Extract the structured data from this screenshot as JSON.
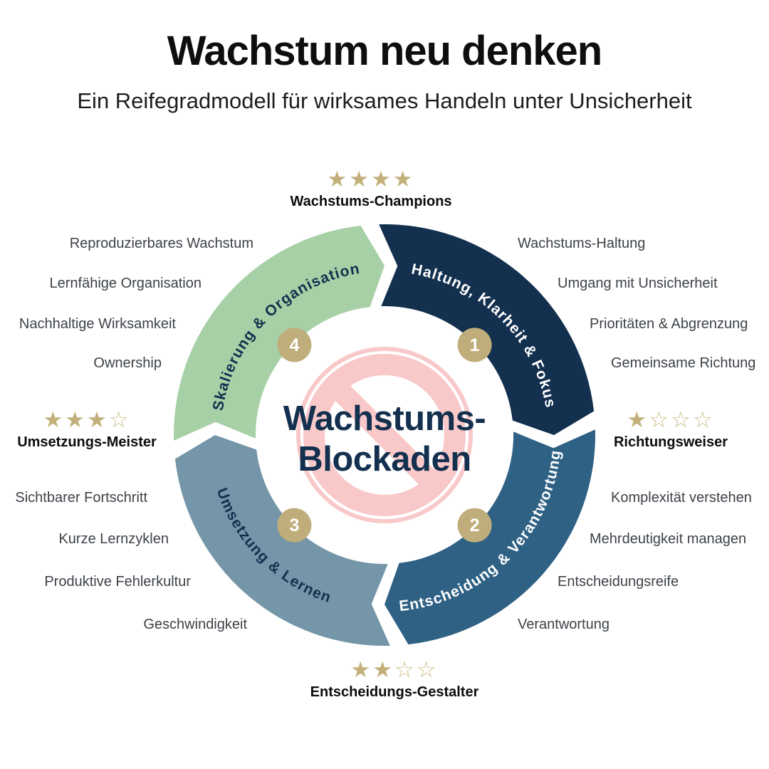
{
  "header": {
    "title": "Wachstum neu denken",
    "subtitle": "Ein Reifegradmodell für wirksames Handeln unter Unsicherheit"
  },
  "wheel": {
    "center_line1": "Wachstums-",
    "center_line2": "Blockaden",
    "badge_color": "#BFAE7B",
    "prohibition_color": "#F9C9C9",
    "segments": [
      {
        "number": "1",
        "label": "Haltung, Klarheit & Fokus",
        "color": "#14304F",
        "label_color": "#FFFFFF",
        "items": [
          "Wachstums-Haltung",
          "Umgang mit Unsicherheit",
          "Prioritäten & Abgrenzung",
          "Gemeinsame Richtung"
        ]
      },
      {
        "number": "2",
        "label": "Entscheidung & Verantwortung",
        "color": "#2F6185",
        "label_color": "#FFFFFF",
        "items": [
          "Komplexität verstehen",
          "Mehrdeutigkeit managen",
          "Entscheidungsreife",
          "Verantwortung"
        ]
      },
      {
        "number": "3",
        "label": "Umsetzung & Lernen",
        "color": "#7496A8",
        "label_color": "#14304F",
        "items": [
          "Sichtbarer Fortschritt",
          "Kurze Lernzyklen",
          "Produktive Fehlerkultur",
          "Geschwindigkeit"
        ]
      },
      {
        "number": "4",
        "label": "Skalierung & Organisation",
        "color": "#A7D0A6",
        "label_color": "#14304F",
        "items": [
          "Reproduzierbares Wachstum",
          "Lernfähige Organisation",
          "Nachhaltige Wirksamkeit",
          "Ownership"
        ]
      }
    ]
  },
  "tiers": [
    {
      "position": "top",
      "label": "Wachstums-Champions",
      "stars": 4,
      "max_stars": 4
    },
    {
      "position": "right",
      "label": "Richtungsweiser",
      "stars": 1,
      "max_stars": 4
    },
    {
      "position": "bottom",
      "label": "Entscheidungs-Gestalter",
      "stars": 2,
      "max_stars": 4
    },
    {
      "position": "left",
      "label": "Umsetzungs-Meister",
      "stars": 3,
      "max_stars": 4
    }
  ],
  "colors": {
    "star_filled": "#C2AF79",
    "star_empty": "#CDBD85",
    "center_text": "#14304F",
    "item_text": "#3D4248"
  }
}
